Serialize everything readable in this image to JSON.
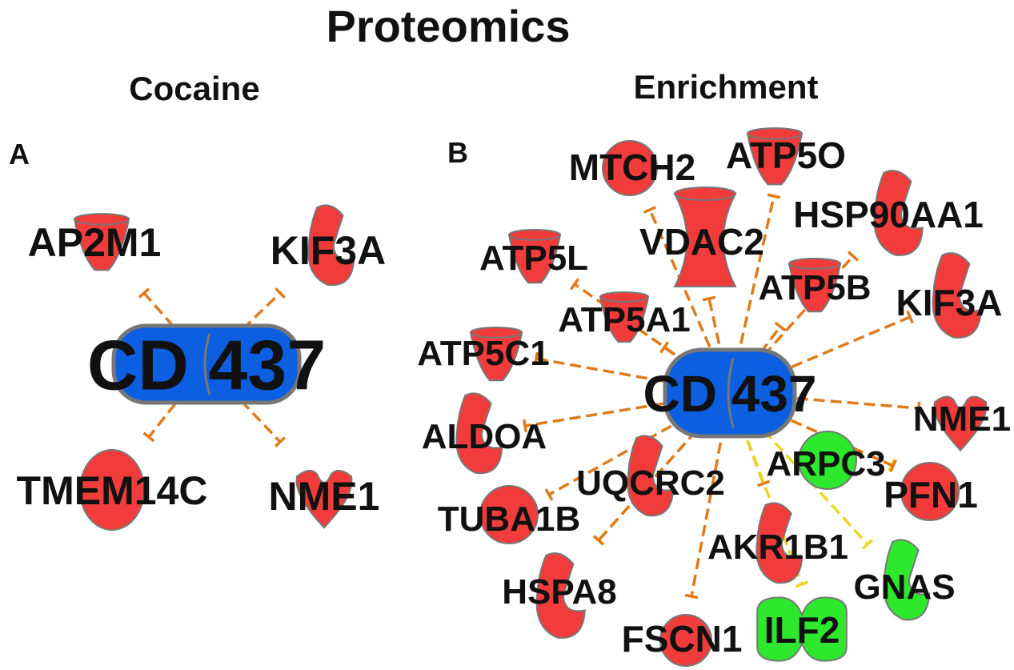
{
  "title": "Proteomics",
  "panels": [
    {
      "letter": "A",
      "heading": "Cocaine"
    },
    {
      "letter": "B",
      "heading": "Enrichment"
    }
  ],
  "colors": {
    "up": "#f23c3c",
    "down": "#2ee82e",
    "center": "#0b5fe0",
    "edge_orange": "#e07a1a",
    "edge_yellow": "#e8d820",
    "outline": "#777777"
  },
  "center_label": "CD 437",
  "network_a": {
    "nodes": [
      {
        "id": "AP2M1",
        "label": "AP2M1",
        "shape": "cup",
        "regulation": "up"
      },
      {
        "id": "KIF3A",
        "label": "KIF3A",
        "shape": "hook",
        "regulation": "up"
      },
      {
        "id": "TMEM14C",
        "label": "TMEM14C",
        "shape": "ellipse",
        "regulation": "up"
      },
      {
        "id": "NME1",
        "label": "NME1",
        "shape": "heart",
        "regulation": "up"
      }
    ]
  },
  "network_b": {
    "nodes": [
      {
        "id": "MTCH2",
        "label": "MTCH2",
        "shape": "circle",
        "regulation": "up"
      },
      {
        "id": "ATP5O",
        "label": "ATP5O",
        "shape": "cup",
        "regulation": "up"
      },
      {
        "id": "HSP90AA1",
        "label": "HSP90AA1",
        "shape": "hook",
        "regulation": "up"
      },
      {
        "id": "VDAC2",
        "label": "VDAC2",
        "shape": "channel",
        "regulation": "up"
      },
      {
        "id": "ATP5L",
        "label": "ATP5L",
        "shape": "cup",
        "regulation": "up"
      },
      {
        "id": "ATP5B",
        "label": "ATP5B",
        "shape": "cup",
        "regulation": "up"
      },
      {
        "id": "KIF3A",
        "label": "KIF3A",
        "shape": "hook",
        "regulation": "up"
      },
      {
        "id": "ATP5A1",
        "label": "ATP5A1",
        "shape": "cup",
        "regulation": "up"
      },
      {
        "id": "ATP5C1",
        "label": "ATP5C1",
        "shape": "cup",
        "regulation": "up"
      },
      {
        "id": "NME1",
        "label": "NME1",
        "shape": "heart",
        "regulation": "up"
      },
      {
        "id": "ALDOA",
        "label": "ALDOA",
        "shape": "hook",
        "regulation": "up"
      },
      {
        "id": "ARPC3",
        "label": "ARPC3",
        "shape": "circle",
        "regulation": "down"
      },
      {
        "id": "PFN1",
        "label": "PFN1",
        "shape": "circle",
        "regulation": "up"
      },
      {
        "id": "UQCRC2",
        "label": "UQCRC2",
        "shape": "hook",
        "regulation": "up"
      },
      {
        "id": "TUBA1B",
        "label": "TUBA1B",
        "shape": "circle",
        "regulation": "up"
      },
      {
        "id": "AKR1B1",
        "label": "AKR1B1",
        "shape": "hook",
        "regulation": "up"
      },
      {
        "id": "GNAS",
        "label": "GNAS",
        "shape": "hook",
        "regulation": "down"
      },
      {
        "id": "HSPA8",
        "label": "HSPA8",
        "shape": "hook",
        "regulation": "up"
      },
      {
        "id": "FSCN1",
        "label": "FSCN1",
        "shape": "circle",
        "regulation": "up"
      },
      {
        "id": "ILF2",
        "label": "ILF2",
        "shape": "bowtie",
        "regulation": "down"
      }
    ]
  }
}
